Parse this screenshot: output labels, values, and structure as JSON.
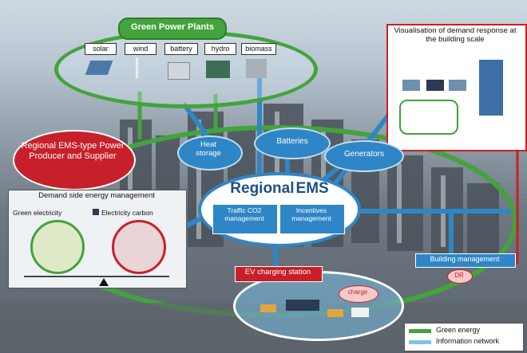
{
  "green_power_plants": {
    "title": "Green Power Plants",
    "sources": [
      "solar",
      "wind",
      "battery",
      "hydro",
      "biomass"
    ]
  },
  "regional_supplier": "Regional EMS-type Power Producer and Supplier",
  "demand_side": {
    "title": "Demand side energy management",
    "legend_green": "Green electricity",
    "legend_carbon": "Electricity carbon"
  },
  "visualisation": "Visualisation of demand response at the building scale",
  "bubbles": {
    "heat_storage": "Heat storage",
    "batteries": "Batteries",
    "generators": "Generators"
  },
  "regional_ems": {
    "title_a": "Regional",
    "title_b": "EMS",
    "traffic": "Traffic CO2 management",
    "incentives": "Incentives management"
  },
  "ev_station": "EV charging station",
  "ev_bubble": "charge",
  "building_mgmt": "Building management",
  "dr_badge": "DR",
  "legend": {
    "green": "Green energy",
    "info": "Information network"
  },
  "colors": {
    "green": "#43a33c",
    "blue": "#2f86c6",
    "red": "#c8202a",
    "info": "#7fc4e6"
  }
}
